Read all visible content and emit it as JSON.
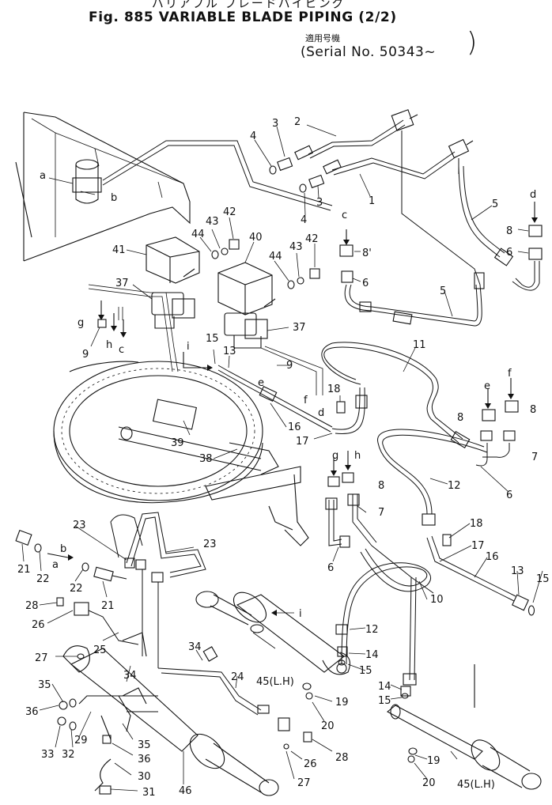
{
  "header": {
    "japanese_title": "バリアブル ブレードパイピング",
    "figure_title": "Fig. 885 VARIABLE BLADE PIPING (2/2)",
    "applicability_label": "適用号機",
    "serial_text": "(Serial No. 50343~",
    "closing_paren": ")"
  },
  "callouts": {
    "n1": "1",
    "n2": "2",
    "n3": "3",
    "n4": "4",
    "n5": "5",
    "n6": "6",
    "n7": "7",
    "n8": "8",
    "n8p": "8'",
    "n9": "9",
    "n10": "10",
    "n11": "11",
    "n12": "12",
    "n13": "13",
    "n14": "14",
    "n15": "15",
    "n16": "16",
    "n17": "17",
    "n18": "18",
    "n19": "19",
    "n20": "20",
    "n21": "21",
    "n22": "22",
    "n23": "23",
    "n24": "24",
    "n25": "25",
    "n26": "26",
    "n27": "27",
    "n28": "28",
    "n29": "29",
    "n30": "30",
    "n31": "31",
    "n32": "32",
    "n33": "33",
    "n34": "34",
    "n35": "35",
    "n36": "36",
    "n37": "37",
    "n38": "38",
    "n39": "39",
    "n40": "40",
    "n41": "41",
    "n42": "42",
    "n43": "43",
    "n44": "44",
    "n45lh": "45(L.H)",
    "n46": "46"
  },
  "connections": {
    "a": "a",
    "b": "b",
    "c": "c",
    "d": "d",
    "e": "e",
    "f": "f",
    "g": "g",
    "h": "h",
    "i": "i"
  }
}
